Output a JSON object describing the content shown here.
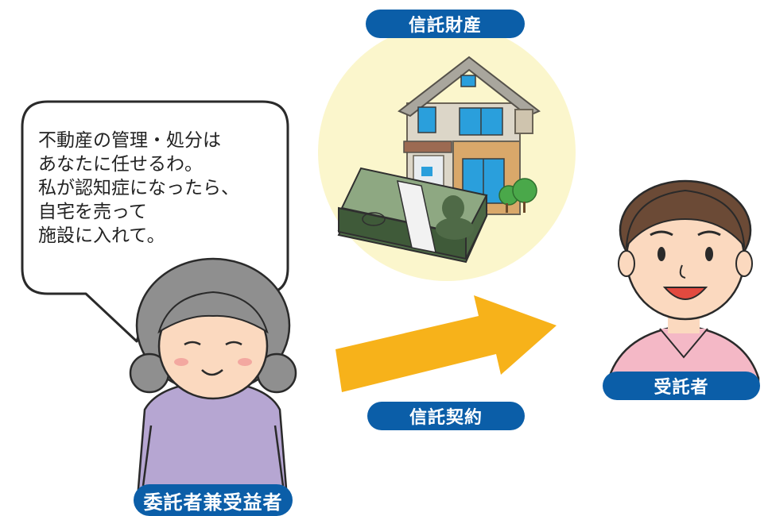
{
  "labels": {
    "trust_asset": "信託財産",
    "trust_contract": "信託契約",
    "trustee": "受託者",
    "settlor_beneficiary": "委託者兼受益者"
  },
  "speech_bubble": {
    "lines": [
      "不動産の管理・処分は",
      "あなたに任せるわ。",
      "私が認知症になったら、",
      "自宅を売って",
      "施設に入れて。"
    ]
  },
  "colors": {
    "label_pill": "#0b5ea8",
    "arrow": "#f7b21a",
    "asset_circle": "#fbf6cc",
    "woman_hair": "#8f8f8f",
    "woman_shirt": "#b6a6d2",
    "man_shirt": "#f4b8c6"
  },
  "icons": [
    "house-icon",
    "banknote-stack-icon",
    "elderly-woman-illustration",
    "man-illustration",
    "arrow-right-icon",
    "speech-bubble"
  ]
}
